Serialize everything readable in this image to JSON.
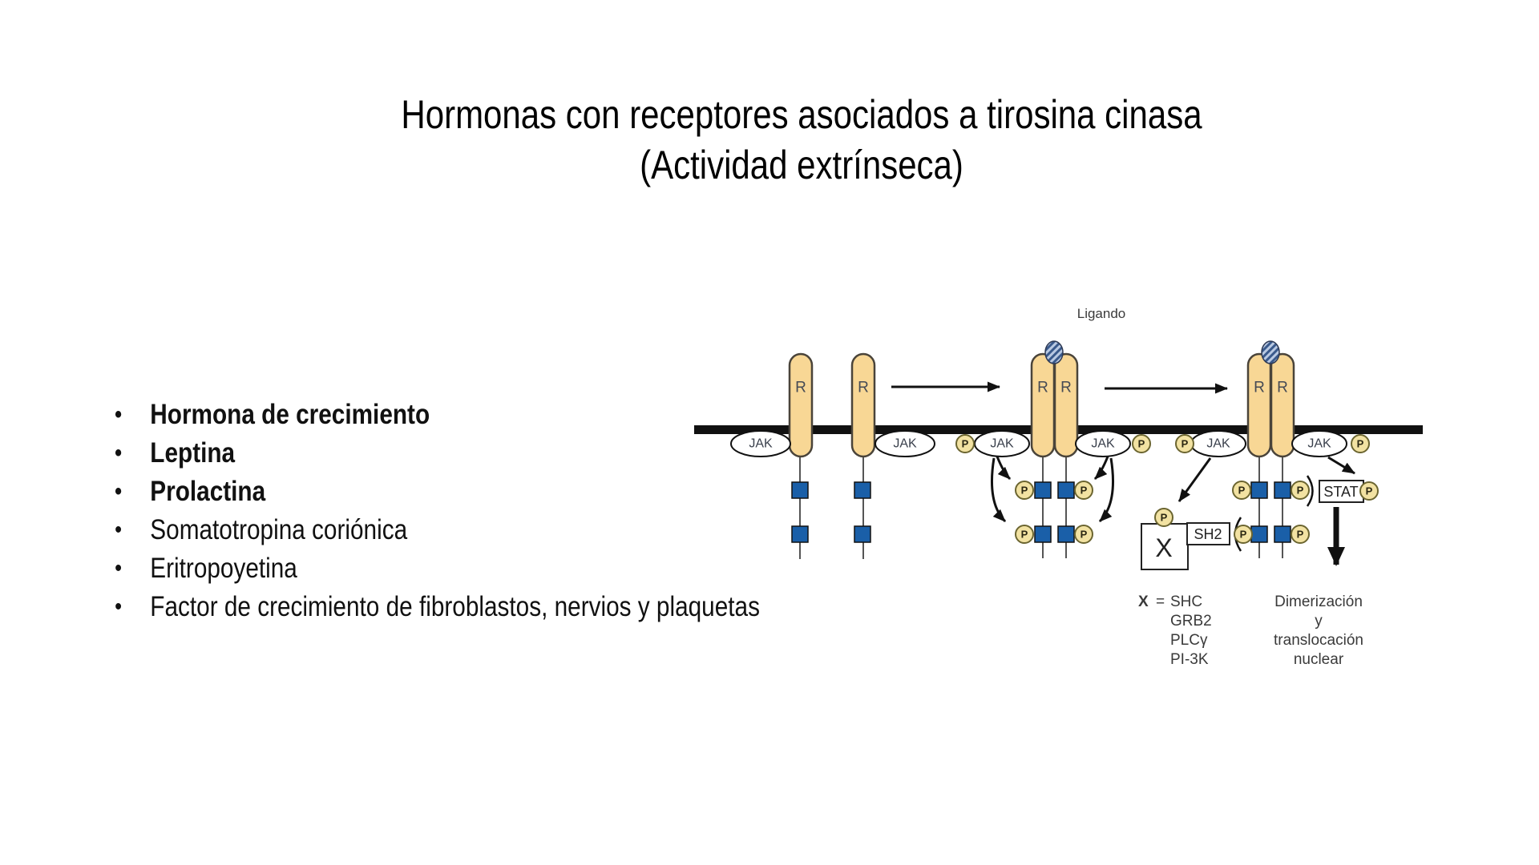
{
  "slide": {
    "title": {
      "line1": "Hormonas con receptores asociados a tirosina cinasa",
      "line2": "(Actividad extrínseca)"
    },
    "bullet_char": "•",
    "bullets": [
      {
        "text": "Hormona de crecimiento",
        "bold": true
      },
      {
        "text": "Leptina",
        "bold": true
      },
      {
        "text": "Prolactina",
        "bold": true
      },
      {
        "text": "Somatotropina coriónica",
        "bold": false
      },
      {
        "text": "Eritropoyetina",
        "bold": false
      },
      {
        "text": "Factor de crecimiento de fibroblastos, nervios y plaquetas",
        "bold": false
      }
    ]
  },
  "diagram": {
    "ligand_label": "Ligando",
    "receptor_label": "R",
    "jak_label": "JAK",
    "phospho_label": "P",
    "stat_label": "STAT",
    "sh2_label": "SH2",
    "x_box_label": "X",
    "x_legend": {
      "symbol": "X",
      "equals": "=",
      "targets": [
        "SHC",
        "GRB2",
        "PLCγ",
        "PI-3K"
      ]
    },
    "outcome_lines": [
      "Dimerización",
      "y",
      "translocación",
      "nuclear"
    ],
    "colors": {
      "receptor_fill": "#f8d795",
      "receptor_stroke": "#4a443a",
      "domain_square_blue": "#1a5fa8",
      "phospho_fill": "#f2e2a2",
      "phospho_stroke": "#6b6530",
      "ligand_fill": "#b9c9e2",
      "ligand_stripe": "#3a5a8c",
      "membrane": "#111111"
    }
  }
}
